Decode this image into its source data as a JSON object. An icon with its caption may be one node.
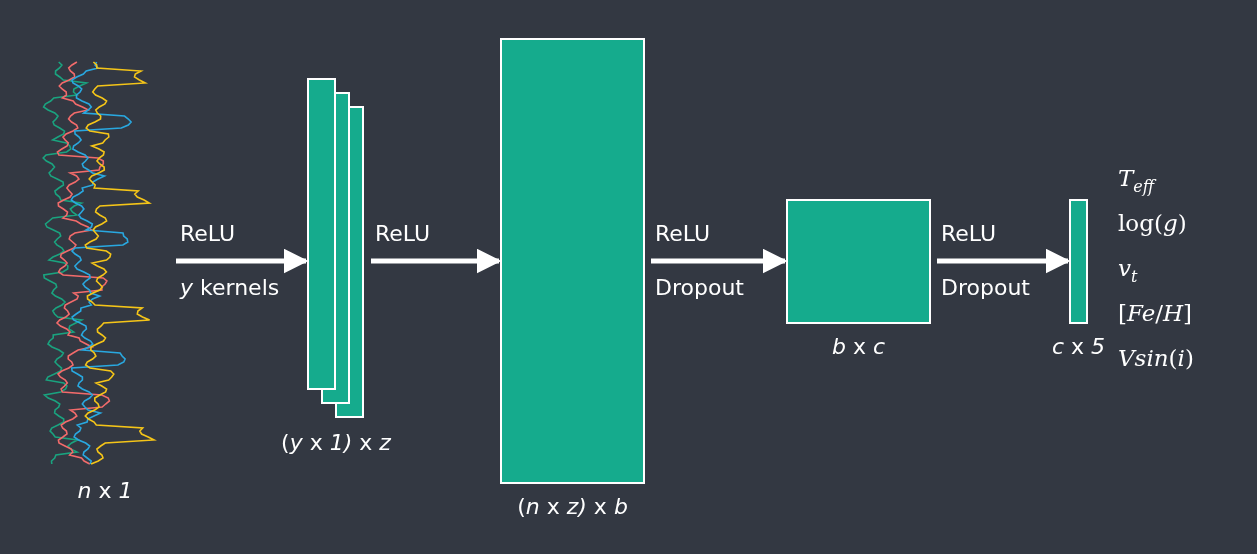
{
  "diagram": {
    "nodes": [
      {
        "text": [],
        "shape": "picture",
        "beside": [
          "*n* x *1*"
        ]
      },
      {
        "text": [],
        "shape": "box",
        "beside": [
          "(*y* x *1)* x *z*"
        ]
      },
      {
        "text": [],
        "shape": "box",
        "beside": [
          "(*n* x *z)* x *b*"
        ]
      },
      {
        "text": [],
        "shape": "box",
        "beside": [
          "*b* x *c*"
        ]
      },
      {
        "text": [],
        "shape": "bar",
        "beside": [
          "*c* x *5*"
        ]
      }
    ],
    "edges": [
      {
        "from": 0,
        "to": 1,
        "arrow": "to",
        "label": "ReLU *y* kernels"
      },
      {
        "from": 1,
        "to": 2,
        "arrow": "to",
        "label": "ReLU"
      },
      {
        "from": 2,
        "to": 3,
        "arrow": "to",
        "label": "ReLU Dropout"
      },
      {
        "from": 3,
        "to": 4,
        "arrow": "to",
        "label": "ReLU Dropout"
      }
    ],
    "labels": [
      "*T*$_{eff}$",
      "log(*g*)",
      "*v*$_{t}$",
      "[*Fe*/*H*]",
      "*Vsin*(*i*)"
    ]
  }
}
